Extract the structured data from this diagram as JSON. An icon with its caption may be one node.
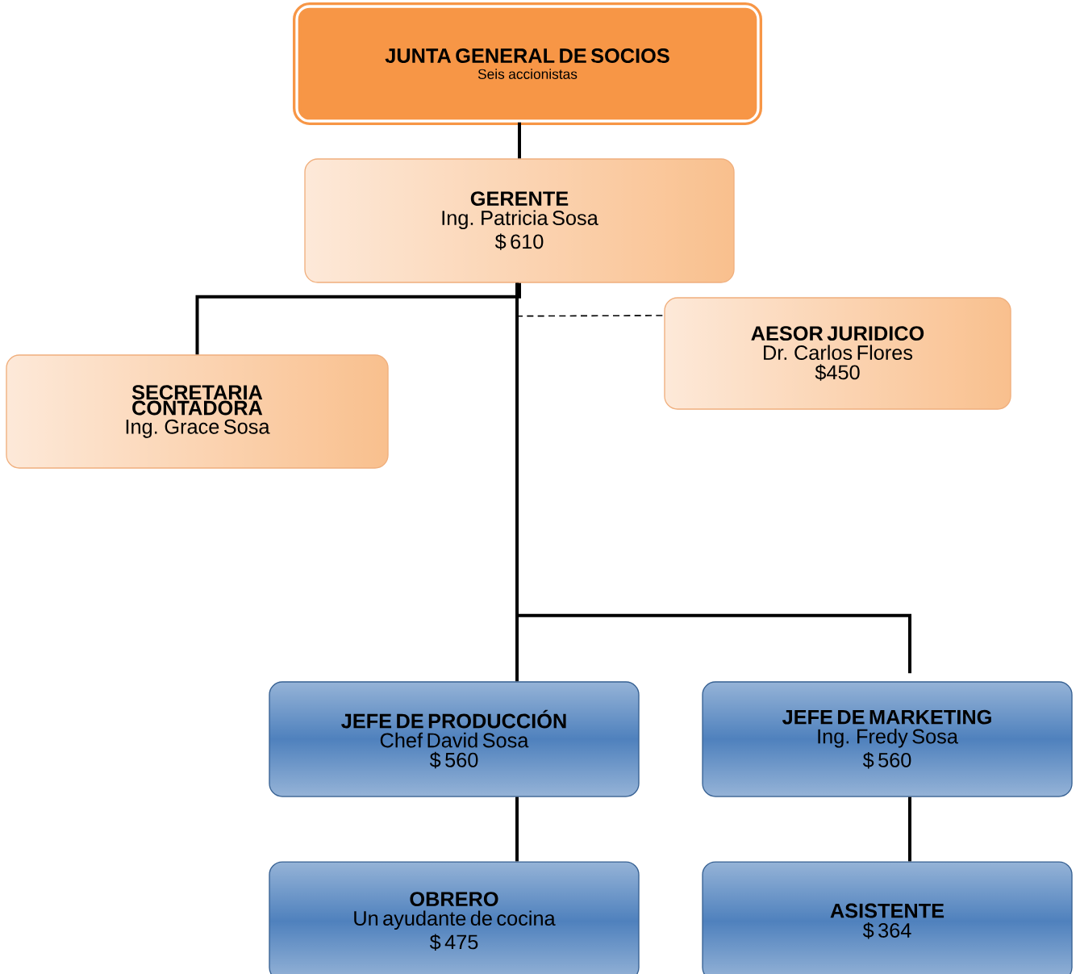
{
  "diagram": {
    "nodes": [
      {
        "text": [
          "JUNTA GENERAL DE SOCIOS",
          "Seis accionistas"
        ]
      },
      {
        "text": [
          "GERENTE",
          "Ing. Patricia Sosa",
          "$ 610"
        ]
      },
      {
        "text": [
          "AESOR JURIDICO",
          "Dr. Carlos Flores",
          "$450"
        ]
      },
      {
        "text": [
          "SECRETARIA CONTADORA",
          "Ing. Grace Sosa"
        ]
      },
      {
        "text": [
          "JEFE DE PRODUCCIÓN",
          "Chef David Sosa",
          "$ 560"
        ]
      },
      {
        "text": [
          "JEFE DE MARKETING",
          "Ing. Fredy Sosa",
          "$ 560"
        ]
      },
      {
        "text": [
          "OBRERO",
          "Un ayudante de cocina",
          "$ 475"
        ]
      },
      {
        "text": [
          "ASISTENTE",
          "$ 364"
        ]
      }
    ],
    "edges": [
      {
        "from": 0,
        "to": 1,
        "arrow": "none"
      },
      {
        "from": 1,
        "to": 3,
        "arrow": "none"
      },
      {
        "from": 1,
        "to": 2,
        "arrow": "none",
        "style": "dashed"
      },
      {
        "from": 1,
        "to": 4,
        "arrow": "none"
      },
      {
        "from": 1,
        "to": 5,
        "arrow": "none"
      },
      {
        "from": 4,
        "to": 6,
        "arrow": "none"
      },
      {
        "from": 5,
        "to": 7,
        "arrow": "none"
      }
    ]
  }
}
